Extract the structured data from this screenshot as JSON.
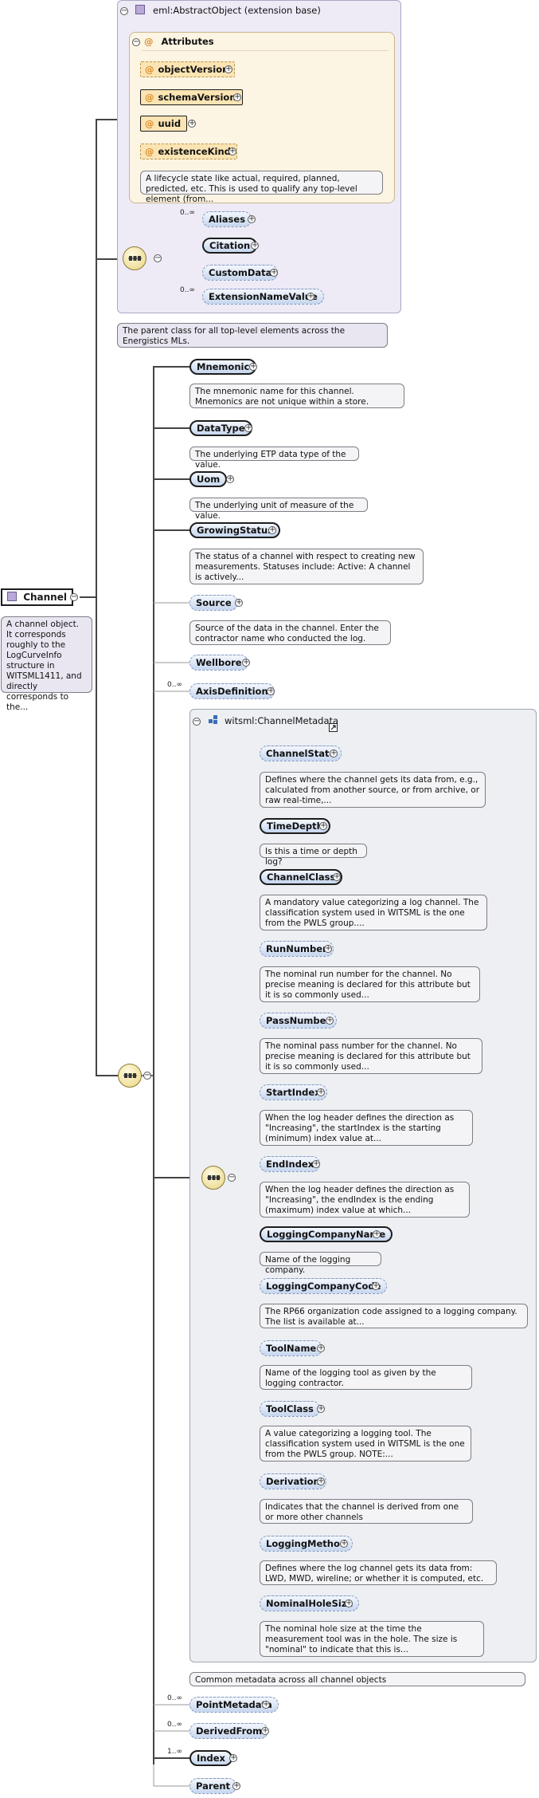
{
  "root": {
    "name": "Channel",
    "doc": "A channel object. It corresponds roughly to the LogCurveInfo structure in WITSML1411, and directly corresponds to the..."
  },
  "base": {
    "title": "eml:AbstractObject (extension base)",
    "attributes_label": "Attributes",
    "attributes": [
      {
        "name": "objectVersion",
        "required": false
      },
      {
        "name": "schemaVersion",
        "required": true
      },
      {
        "name": "uuid",
        "required": true
      },
      {
        "name": "existenceKind",
        "required": false
      }
    ],
    "existence_doc": "A lifecycle state like actual, required, planned, predicted, etc. This is used to qualify any top-level element (from...",
    "children": [
      {
        "name": "Aliases",
        "card": "0..∞"
      },
      {
        "name": "Citation",
        "card": ""
      },
      {
        "name": "CustomData",
        "card": ""
      },
      {
        "name": "ExtensionNameValue",
        "card": "0..∞"
      }
    ],
    "doc": "The parent class for all top-level elements across the Energistics MLs."
  },
  "elements": [
    {
      "name": "Mnemonic",
      "card": "",
      "doc": "The mnemonic name for this channel. Mnemonics are not unique within a store."
    },
    {
      "name": "DataType",
      "card": "",
      "doc": "The underlying ETP data type of the value."
    },
    {
      "name": "Uom",
      "card": "",
      "doc": "The underlying unit of measure of the value."
    },
    {
      "name": "GrowingStatus",
      "card": "",
      "doc": "The status of a channel with respect to creating new measurements. Statuses include: Active: A channel is actively..."
    },
    {
      "name": "Source",
      "card": "",
      "doc": "Source of the data in the channel. Enter the contractor name who conducted the log."
    },
    {
      "name": "Wellbore",
      "card": "",
      "doc": ""
    },
    {
      "name": "AxisDefinition",
      "card": "0..∞",
      "doc": ""
    }
  ],
  "metadata": {
    "title": "witsml:ChannelMetadata",
    "items": [
      {
        "name": "ChannelState",
        "doc": "Defines where the channel gets its data from, e.g., calculated from another source, or from archive, or raw real-time,..."
      },
      {
        "name": "TimeDepth",
        "doc": "Is this a time or depth log?"
      },
      {
        "name": "ChannelClass",
        "doc": "A mandatory value categorizing a log channel. The classification system used in WITSML is the one from the PWLS group...."
      },
      {
        "name": "RunNumber",
        "doc": "The nominal run number for the channel. No precise meaning is declared for this attribute but it is so commonly used..."
      },
      {
        "name": "PassNumber",
        "doc": "The nominal pass number for the channel. No precise meaning is declared for this attribute but it is so commonly used..."
      },
      {
        "name": "StartIndex",
        "doc": "When the log header defines the direction as \"Increasing\", the startIndex is the starting (minimum) index value at..."
      },
      {
        "name": "EndIndex",
        "doc": "When the log header defines the direction as \"Increasing\", the endIndex is the ending (maximum) index value at which..."
      },
      {
        "name": "LoggingCompanyName",
        "doc": "Name of the logging company."
      },
      {
        "name": "LoggingCompanyCode",
        "doc": "The RP66 organization code assigned to a logging company. The list is available at..."
      },
      {
        "name": "ToolName",
        "doc": "Name of the logging tool as given by the logging contractor."
      },
      {
        "name": "ToolClass",
        "doc": "A value categorizing a logging tool. The classification system used in WITSML is the one from the PWLS group. NOTE:..."
      },
      {
        "name": "Derivation",
        "doc": "Indicates that the channel is derived from one or more other channels"
      },
      {
        "name": "LoggingMethod",
        "doc": "Defines where the log channel gets its data from: LWD, MWD, wireline; or whether it is computed, etc."
      },
      {
        "name": "NominalHoleSize",
        "doc": "The nominal hole size at the time the measurement tool was in the hole. The size is \"nominal\" to indicate that this is..."
      }
    ],
    "doc": "Common metadata across all channel objects"
  },
  "trailing": [
    {
      "name": "PointMetadata",
      "card": "0..∞"
    },
    {
      "name": "DerivedFrom",
      "card": "0..∞"
    },
    {
      "name": "Index",
      "card": "1..∞"
    },
    {
      "name": "Parent",
      "card": ""
    }
  ],
  "symbols": {
    "collapse": "−",
    "expand": "+"
  },
  "colors": {
    "node_fill": "#c6d6ee",
    "attr_fill": "#fbe4b3",
    "seq_fill": "#e8d480",
    "base_frame": "#eeeaf6"
  }
}
